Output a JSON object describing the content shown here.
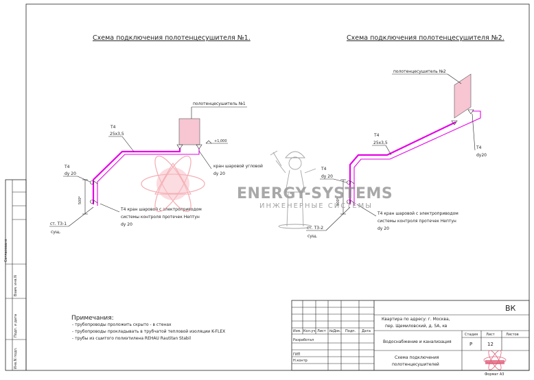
{
  "schemes": [
    {
      "title": "Схема подключения полотенцесушителя №1.",
      "device_label": "полотенцесушитель №1",
      "pipe_code": "Т4",
      "pipe_size": "25х3,5",
      "level_mark": "+1,000",
      "valve_label": "кран шаровой угловой",
      "valve_dy": "dy 20",
      "left_code": "Т4",
      "left_dy": "dy 20",
      "height_mark": "500*",
      "leak_valve_line1": "Т4 кран шаровой с электроприводом",
      "leak_valve_line2": "системы контроля протечек Нептун",
      "leak_valve_dy": "dy 20",
      "riser_line1": "ст. Т3-1",
      "riser_line2": "сущ."
    },
    {
      "title": "Схема подключения полотенцесушителя №2.",
      "device_label": "полотенцесушитель №2",
      "pipe_code": "Т4",
      "pipe_size": "25х3,5",
      "right_code": "Т4",
      "right_dy": "dy20",
      "left_code": "Т4",
      "left_dy": "dy 20",
      "height_mark": "500*",
      "leak_valve_line1": "Т4 кран шаровой с электроприводом",
      "leak_valve_line2": "системы контроля протечек Нептун",
      "leak_valve_dy": "dy 20",
      "riser_line1": "ст. Т3-2",
      "riser_line2": "сущ."
    }
  ],
  "watermark": {
    "name": "ENERGY-SYSTEMS",
    "tagline": "ИНЖЕНЕРНЫЕ СИСТЕМЫ"
  },
  "notes": {
    "heading": "Примечания:",
    "items": [
      "- трубопроводы проложить скрыто - в стенах",
      "- трубопроводы  прокладывать в трубчатой тепловой изоляции K-FLEX",
      "- трубы из сшитого полиэтилена REHAU Rautitan Stabil"
    ]
  },
  "side_stamp": [
    "Согласовано",
    "Взам. инв.N",
    "Подп. и дата",
    "Инв.N подл."
  ],
  "title_block": {
    "code": "ВК",
    "address_line1": "Квартира по адресу:  г. Москва,",
    "address_line2": "пер. Щемиловский, д. 5А, кв",
    "section": "Водоснабжение и канализация",
    "sheet_title_line1": "Схема подключения",
    "sheet_title_line2": "полотенцесушителей",
    "col_headers": [
      "Изм.",
      "Кол.уч.",
      "Лист",
      "№Док.",
      "Подп.",
      "Дата"
    ],
    "roles": [
      "Разработал",
      "ГИП",
      "Н.контр"
    ],
    "stage_header": "Стадия",
    "sheet_header": "Лист",
    "sheets_header": "Листов",
    "stage": "Р",
    "sheet_no": "12",
    "format": "Формат   А3"
  },
  "colors": {
    "pipe": "#e600e6",
    "radiator": "#f7c6d2",
    "line": "#222222"
  }
}
